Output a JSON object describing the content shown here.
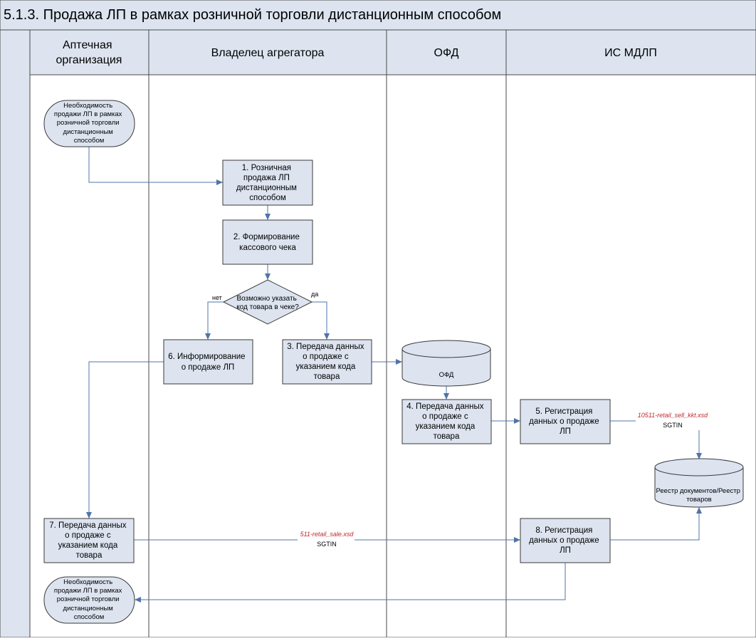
{
  "title": "5.1.3. Продажа ЛП в рамках розничной торговли дистанционным способом",
  "lanes": [
    {
      "id": "pharmacy",
      "label": [
        "Аптечная",
        "организация"
      ]
    },
    {
      "id": "aggregator",
      "label": [
        "Владелец агрегатора"
      ]
    },
    {
      "id": "ofd",
      "label": [
        "ОФД"
      ]
    },
    {
      "id": "mdlp",
      "label": [
        "ИС МДЛП"
      ]
    }
  ],
  "nodes": [
    {
      "id": "start",
      "kind": "terminator",
      "lines": [
        "Необходимость",
        "продажи ЛП в рамках",
        "розничной торговли",
        "дистанционным",
        "способом"
      ]
    },
    {
      "id": "step1",
      "kind": "process",
      "lines": [
        "1. Розничная",
        "продажа ЛП",
        "дистанционным",
        "способом"
      ]
    },
    {
      "id": "step2",
      "kind": "process",
      "lines": [
        "2. Формирование",
        "кассового чека"
      ]
    },
    {
      "id": "decision",
      "kind": "decision",
      "lines": [
        "Возможно указать",
        "код товара в чеке?"
      ]
    },
    {
      "id": "step6",
      "kind": "process",
      "lines": [
        "6. Информирование",
        "о продаже ЛП"
      ]
    },
    {
      "id": "step3",
      "kind": "process",
      "lines": [
        "3. Передача данных",
        "о продаже с",
        "указанием кода",
        "товара"
      ]
    },
    {
      "id": "ofd_db",
      "kind": "database",
      "lines": [
        "ОФД"
      ]
    },
    {
      "id": "step4",
      "kind": "process",
      "lines": [
        "4. Передача данных",
        "о продаже с",
        "указанием кода",
        "товара"
      ]
    },
    {
      "id": "step5",
      "kind": "process",
      "lines": [
        "5. Регистрация",
        "данных о продаже",
        "ЛП"
      ]
    },
    {
      "id": "registry_db",
      "kind": "database",
      "lines": [
        "Реестр документов/Реестр",
        "товаров"
      ]
    },
    {
      "id": "step7",
      "kind": "process",
      "lines": [
        "7. Передача данных",
        "о продаже с",
        "указанием кода",
        "товара"
      ]
    },
    {
      "id": "step8",
      "kind": "process",
      "lines": [
        "8. Регистрация",
        "данных о продаже",
        "ЛП"
      ]
    },
    {
      "id": "end",
      "kind": "terminator",
      "lines": [
        "Необходимость",
        "продажи ЛП в рамках",
        "розничной торговли",
        "дистанционным",
        "способом"
      ]
    }
  ],
  "edges": [
    {
      "from": "start",
      "to": "step1"
    },
    {
      "from": "step1",
      "to": "step2"
    },
    {
      "from": "step2",
      "to": "decision"
    },
    {
      "from": "decision",
      "to": "step6",
      "label": "нет"
    },
    {
      "from": "decision",
      "to": "step3",
      "label": "да"
    },
    {
      "from": "step3",
      "to": "ofd_db"
    },
    {
      "from": "ofd_db",
      "to": "step4"
    },
    {
      "from": "step4",
      "to": "step5"
    },
    {
      "from": "step5",
      "to": "registry_db",
      "schema": "10511-retail_sell_kkt.xsd",
      "code": "SGTIN"
    },
    {
      "from": "step6",
      "to": "step7"
    },
    {
      "from": "step7",
      "to": "step8",
      "schema": "511-retail_sale.xsd",
      "code": "SGTIN"
    },
    {
      "from": "step8",
      "to": "registry_db"
    },
    {
      "from": "step8",
      "to": "end"
    }
  ],
  "colors": {
    "title_band": "#dde4f0",
    "lane_header": "#dde4f0",
    "side_strip": "#dde4f0",
    "node_fill": "#dde4f0",
    "node_border": "#3a3a3a",
    "connector": "#4f74a8",
    "schema_label": "#c0282d",
    "grid_line": "#4a4a4a"
  }
}
